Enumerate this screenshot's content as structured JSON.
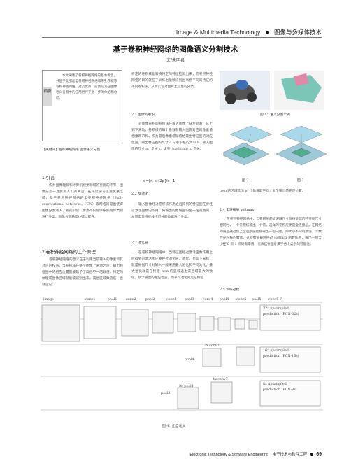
{
  "header": {
    "journal_en": "Image & Multimedia Technology",
    "journal_cn": "图像与多媒体技术"
  },
  "article": {
    "title": "基于卷积神经网络的图像语义分割技术",
    "author": "文/朱明君"
  },
  "abstract": {
    "label": "摘要",
    "text": "本文阐述了卷积神经网络的基本概念，并基于此引出全卷积神经网络和带孔卷积等卷积神经网络。对其优点、劣势及其在图像语义分割中的应用进行了进一步的介绍和总结。"
  },
  "keywords": "【关键词】卷积神经网络 图像语义分割",
  "left_column": {
    "sec1_title": "1 引言",
    "sec1_body": "作为图像理解和计算机视觉领域的重要的环节，图像分割一直受到人们的关注。在深度学习迅速发展之前，基于卷积神经网络的全卷积神经网络（Fully convolutional networks，FCN）等网络的提出使得图像分割进入了新的阶段，像素不仅能够按照物体类别进行分类，图像分割精度也得以提升。",
    "sec2_title": "2 卷积神经网络的工作原理",
    "sec2_body": "卷积神经网络的意义在于利用当前输入的像素和其对应的权值，当卷积核在整个图像上滑动之后，输出特征图中的相应位置就被赋予了高低不一的数值，特定的纹理或图像区域就能被识别出来，其他区域数值低，也就是说，"
  },
  "mid_column": {
    "para_top": "特定的卷积核能够将特定的特征检测出来，而卷积神经网络的目的就在于训练出能够识别出事物不同的特征的不同卷积核，从而实现对图片上信息的分类。",
    "sec21_title": "2.1 图像的卷积",
    "sec21_body": "对图像卷积即卷积核在输入图像上从左到右，从上到下滑动，卷积核的每个系数和输入图像对应的像素值相乘再求和。作为最后像素值赋值给输出特征图的对应位置。输出特征图的尺寸 o 与卷积核的大小 k、输入图像的尺寸 n、步长 s、填充（padding）p 有关。",
    "formula": "o=[n-k+2p]/s+1",
    "sec22_title": "2.2 反池化",
    "sec22_body": "输入图像经过卷积核作用之后得到的特征图在要经过激活函数的作用，将输出的数值回归至一定范围内，从而实现特征线性可分的数据进行分类。",
    "sec23_title": "2.3 池化层",
    "sec23_body": "在卷积神经网络中，当特征图经过激活函数作用之后得到的激活图还要经过池化层。池化，也叫下采样，就是根据尺寸对输入一般采用最大池化和平均池化。最大池化就是在特定 n×n 的区域选出该区域最大的数值，赋予输出的相应位置，而平均池化就是在特定"
  },
  "right_column": {
    "para": "n×n 的区域选出 n² 个数值取平均，赋予输出的相应位置。",
    "sec24_title": "2.4 全连接层 softmax",
    "sec24_body": "在卷积神经网络中，当卷积层的滤波器尺寸与待处理的特征图尺寸相同时，一个卷积核输出一个值，这样的卷积层便是全连接层。在网络的最后通过加上全连接层能够输出一组向量，即大小不同的数值，个数为卷积核的数量，这些数值最终经过 softmax 函数作用，输出一组大小在 0 到 1 间的概率值，代表这张图片属于各个类别的可能性。",
    "sec25_title": "2.5 训练过程"
  },
  "figures": {
    "fig1_caption": "图 1：语义分割示例",
    "fig2_caption": "图 2",
    "fig3_caption": "图 3",
    "fig4_caption": "图 4：出自论文"
  },
  "fcn_diagram": {
    "stages": [
      "image",
      "conv1",
      "pool1",
      "conv2",
      "pool2",
      "conv3",
      "pool3",
      "conv4",
      "pool4",
      "conv5",
      "pool5",
      "conv6-7"
    ],
    "pred32_line1": "32x upsampled",
    "pred32_line2": "prediction (FCN-32s)",
    "conv7_2x": "2x conv7",
    "pool4_label1": "pool4",
    "pred16_line1": "16x upsampled",
    "pred16_line2": "prediction (FCN-16s)",
    "conv7_4x": "4x conv7",
    "pool4_2x": "2x pool4",
    "pool3_label": "pool3",
    "pred8_line1": "8x upsampled",
    "pred8_line2": "prediction (FCN-8s)"
  },
  "footer": {
    "journal_en": "Electronic Technology & Software Engineering",
    "journal_cn": "电子技术与软件工程",
    "page": "69"
  }
}
